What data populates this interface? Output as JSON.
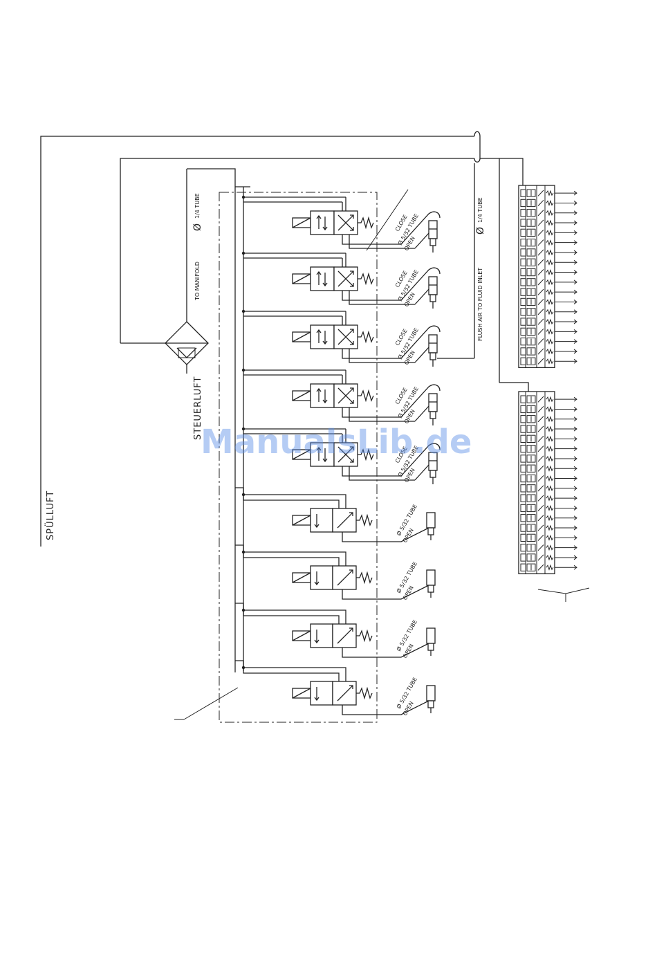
{
  "labels": {
    "spuelluft": "SPÜLLUFT",
    "steuerluft": "STEUERLUFT",
    "to_manifold": "TO MANIFOLD",
    "quarter_tube_left": "1/4 TUBE",
    "quarter_tube_right": "1/4 TUBE",
    "flush_inlet": "FLUSH AIR TO FLUID INLET",
    "close": "CLOSE",
    "tube_532": "5/32 TUBE",
    "open": "OPEN",
    "diameter_symbol": "Ø"
  },
  "watermark": "ManualsLib.de",
  "valves_close_open_count": 5,
  "valves_open_only_count": 4,
  "terminal_strip_rows": 18
}
